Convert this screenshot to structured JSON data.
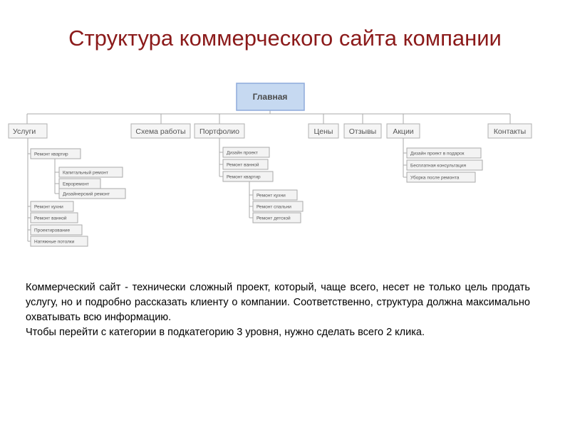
{
  "title": "Структура коммерческого сайта компании",
  "diagram": {
    "root": "Главная",
    "sections": [
      "Услуги",
      "Схема работы",
      "Портфолио",
      "Цены",
      "Отзывы",
      "Акции",
      "Контакты"
    ],
    "uslugi": {
      "items": [
        "Ремонт квартир",
        "Ремонт кухни",
        "Ремонт ванной",
        "Проектирование",
        "Натяжные потолки"
      ],
      "sub": [
        "Капитальный ремонт",
        "Евроремонт",
        "Дизайнерский ремонт"
      ]
    },
    "portfolio": {
      "items": [
        "Дизайн проект",
        "Ремонт ванной",
        "Ремонт квартир"
      ],
      "sub": [
        "Ремонт кухни",
        "Ремонт спальни",
        "Ремонт детской"
      ]
    },
    "akcii": {
      "items": [
        "Дизайн проект в подарок",
        "Бесплатная консультация",
        "Уборка после ремонта"
      ]
    }
  },
  "paragraph": {
    "line1": "Коммерческий сайт - технически сложный проект, который, чаще всего, несет не только цель продать услугу, но и подробно рассказать клиенту о компании. Соответственно, структура должна максимально охватывать всю информацию.",
    "line2": "Чтобы перейти с категории в подкатегорию 3 уровня, нужно сделать всего 2 клика."
  }
}
